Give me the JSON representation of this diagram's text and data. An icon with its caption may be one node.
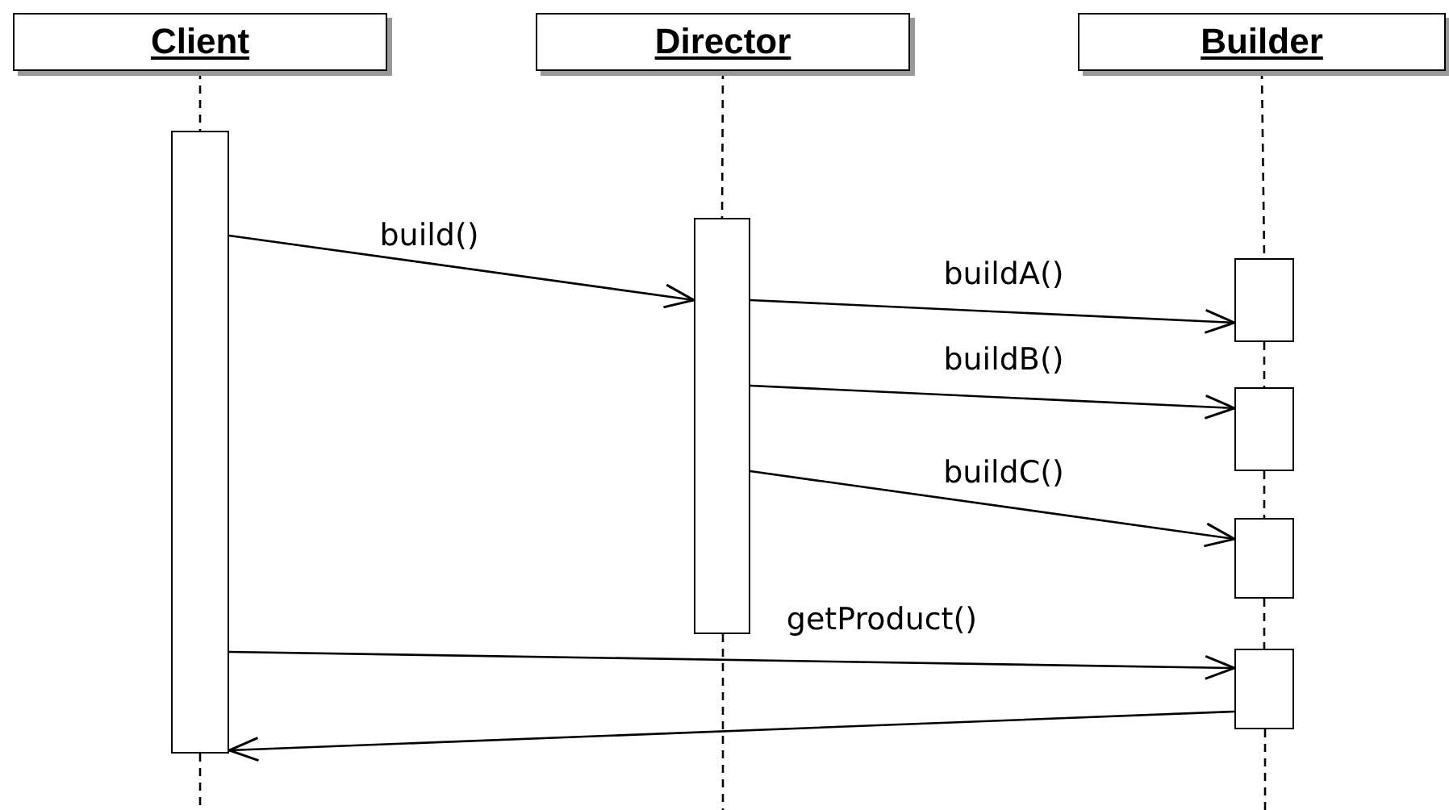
{
  "diagram": {
    "nodes": [
      {
        "text": [
          "Client"
        ]
      },
      {
        "text": [
          "Director"
        ]
      },
      {
        "text": [
          "Builder"
        ]
      },
      {
        "text": [],
        "shape": "box"
      },
      {
        "text": [],
        "shape": "box"
      },
      {
        "text": [],
        "shape": "box"
      },
      {
        "text": [],
        "shape": "box"
      },
      {
        "text": [],
        "shape": "box"
      },
      {
        "text": [],
        "shape": "box"
      }
    ],
    "edges": [
      {
        "from": 0,
        "to": 3,
        "arrow": "none",
        "style": "dashed"
      },
      {
        "from": 1,
        "to": 4,
        "arrow": "none",
        "style": "dashed"
      },
      {
        "from": 2,
        "to": 5,
        "arrow": "none",
        "style": "dashed"
      },
      {
        "from": 5,
        "to": 6,
        "arrow": "none",
        "style": "dashed"
      },
      {
        "from": 6,
        "to": 7,
        "arrow": "none",
        "style": "dashed"
      },
      {
        "from": 7,
        "to": 8,
        "arrow": "none",
        "style": "dashed"
      },
      {
        "from": 3,
        "to": 4,
        "label": "build()",
        "arrow": "to"
      },
      {
        "from": 4,
        "to": 5,
        "label": "buildA()",
        "arrow": "to"
      },
      {
        "from": 4,
        "to": 6,
        "label": "buildB()",
        "arrow": "to"
      },
      {
        "from": 4,
        "to": 7,
        "label": "buildC()",
        "arrow": "to"
      },
      {
        "from": 3,
        "to": 8,
        "label": "getProduct()",
        "arrow": "to"
      },
      {
        "from": 8,
        "to": 3,
        "arrow": "to"
      }
    ]
  }
}
